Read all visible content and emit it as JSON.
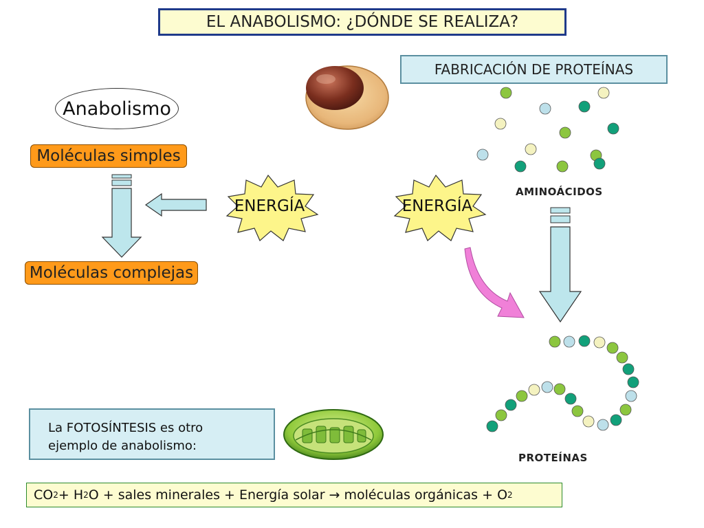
{
  "title": "EL ANABOLISMO: ¿DÓNDE SE REALIZA?",
  "fabricacion_label": "FABRICACIÓN DE PROTEÍNAS",
  "anabolismo_label": "Anabolismo",
  "moleculas_simples": "Moléculas simples",
  "moleculas_complejas": "Moléculas complejas",
  "energia_left": "ENERGÍA",
  "energia_right": "ENERGÍA",
  "aminoacidos_label": "AMINOÁCIDOS",
  "proteinas_label": "PROTEÍNAS",
  "fotosintesis_line1": "La FOTOSÍNTESIS es otro",
  "fotosintesis_line2": "ejemplo de anabolismo:",
  "equation": {
    "co": "CO",
    "co_sub": "2",
    "plus_h": " + H",
    "h_sub": "2",
    "rest": "O + sales minerales + Energía solar → moléculas orgánicas + O",
    "o_sub": "2"
  },
  "colors": {
    "title_bg": "#fdfcd0",
    "title_border": "#1f3a8a",
    "box_blue": "#d6eef4",
    "orange": "#ff9a1a",
    "star_fill": "#fdf58a",
    "arrow_fill": "#bde6ec",
    "pink_arrow": "#f080d8",
    "bead_green": "#8cc63f",
    "bead_teal": "#12a07a",
    "bead_light_blue": "#bde0ea",
    "bead_cream": "#f4f2c0"
  },
  "icons": [
    "cell-icon",
    "chloroplast-icon",
    "amino-acid-beads",
    "protein-chain"
  ]
}
